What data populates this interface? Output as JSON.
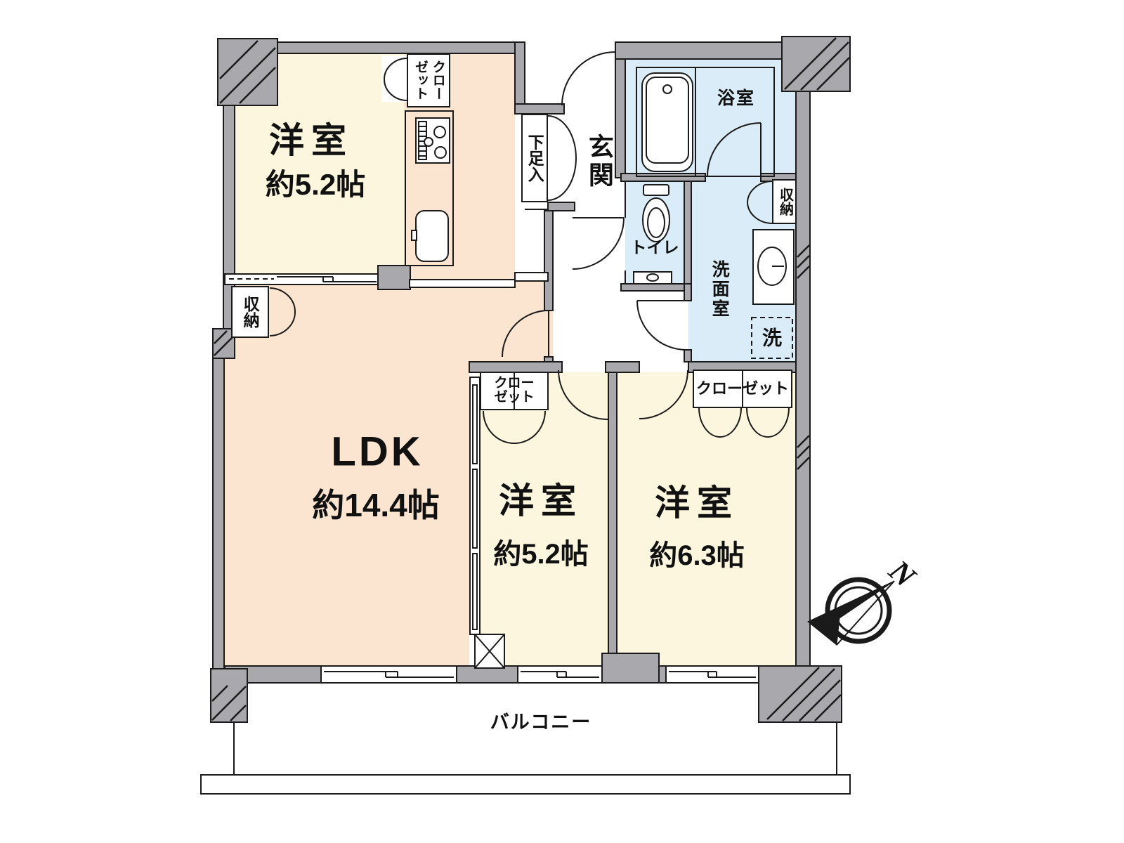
{
  "floorplan": {
    "colors": {
      "wall": "#a9a9ad",
      "room_cream": "#fdf6de",
      "room_peach": "#fbe5d0",
      "water_blue": "#d9ecf8",
      "closet_tan": "#d2c3a3",
      "line": "#1a1a1a"
    },
    "rooms": {
      "bedroom_top": {
        "name": "洋室",
        "size": "約5.2帖"
      },
      "ldk": {
        "name": "LDK",
        "size": "約14.4帖"
      },
      "bedroom_mid": {
        "name": "洋室",
        "size": "約5.2帖"
      },
      "bedroom_right": {
        "name": "洋室",
        "size": "約6.3帖"
      },
      "entrance": {
        "name": "玄関"
      },
      "bathroom": {
        "name": "浴室"
      },
      "toilet": {
        "name": "トイレ"
      },
      "washroom": {
        "name": "洗面室"
      },
      "balcony": {
        "name": "バルコニー"
      }
    },
    "storage": {
      "kitchen_closet": "クロー\nゼット",
      "mid_closet": "クロー\nゼット",
      "right_closet": "クローゼット",
      "shoe_cabinet": "下足入",
      "ldk_storage": "収納",
      "washroom_storage": "収納",
      "laundry": "洗"
    },
    "compass": {
      "north": "N"
    }
  }
}
